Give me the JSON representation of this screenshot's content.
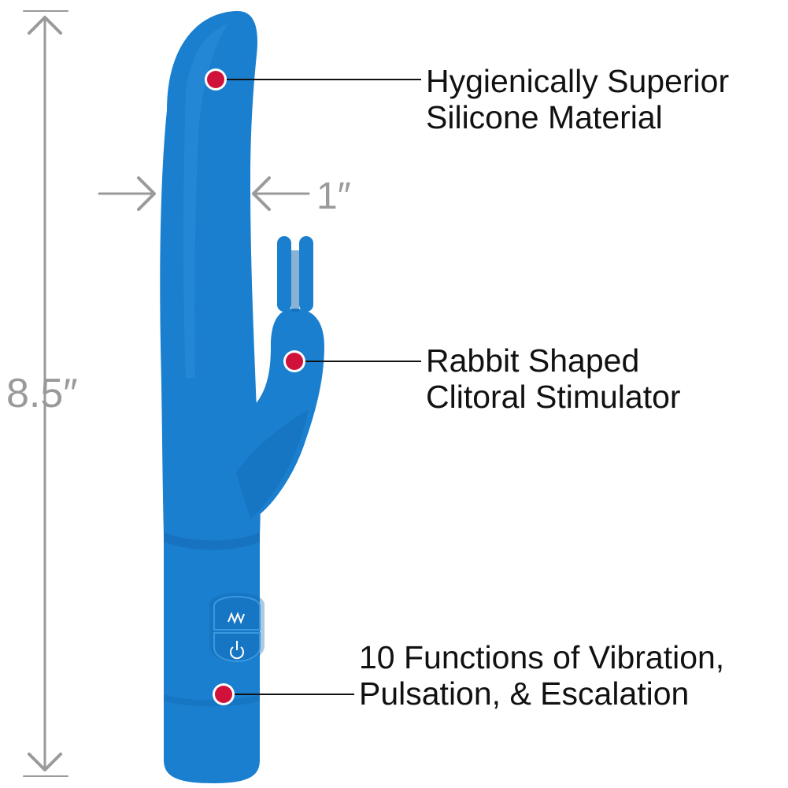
{
  "colors": {
    "product": "#1a7fcf",
    "product_shade": "#1466ac",
    "product_highlight": "#3a98e0",
    "callout_dot": "#d0113a",
    "callout_line": "#111111",
    "dimension": "#9a9a9a",
    "background": "#ffffff"
  },
  "dimensions": {
    "length_label": "8.5″",
    "width_label": "1″"
  },
  "callouts": [
    {
      "line1": "Hygienically Superior",
      "line2": "Silicone Material"
    },
    {
      "line1": "Rabbit Shaped",
      "line2": "Clitoral Stimulator"
    },
    {
      "line1": "10 Functions of Vibration,",
      "line2": "Pulsation, & Escalation"
    }
  ],
  "controls": {
    "mode_button_icon": "wave-icon",
    "power_button_icon": "power-icon"
  }
}
